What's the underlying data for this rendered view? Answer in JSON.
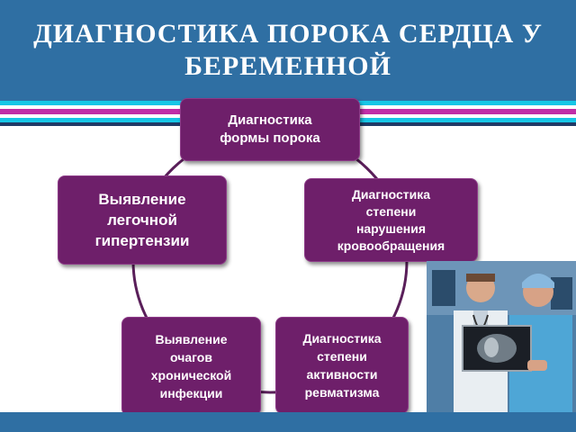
{
  "slide": {
    "title": "ДИАГНОСТИКА ПОРОКА СЕРДЦА У\nБЕРЕМЕННОЙ"
  },
  "colors": {
    "header": "#2f6fa3",
    "stripe_cyan": "#16c6e6",
    "stripe_magenta": "#c12ea7",
    "stripe_navy": "#203a66",
    "box_fill": "#6e1f6a",
    "connector": "#5a1f5a"
  },
  "diagram": {
    "nodes": [
      {
        "id": "form",
        "label": "Диагностика\nформы порока"
      },
      {
        "id": "circulation",
        "label": "Диагностика\nстепени\nнарушения\nкровообращения"
      },
      {
        "id": "hypertension",
        "label": "Выявление\nлегочной\nгипертензии"
      },
      {
        "id": "infection",
        "label": "Выявление\nочагов\nхронической\nинфекции"
      },
      {
        "id": "rheumatism",
        "label": "Диагностика\nстепени\nактивности\nревматизма"
      }
    ]
  },
  "photo": {
    "alt_icon": "doctors-with-xray-photo"
  }
}
